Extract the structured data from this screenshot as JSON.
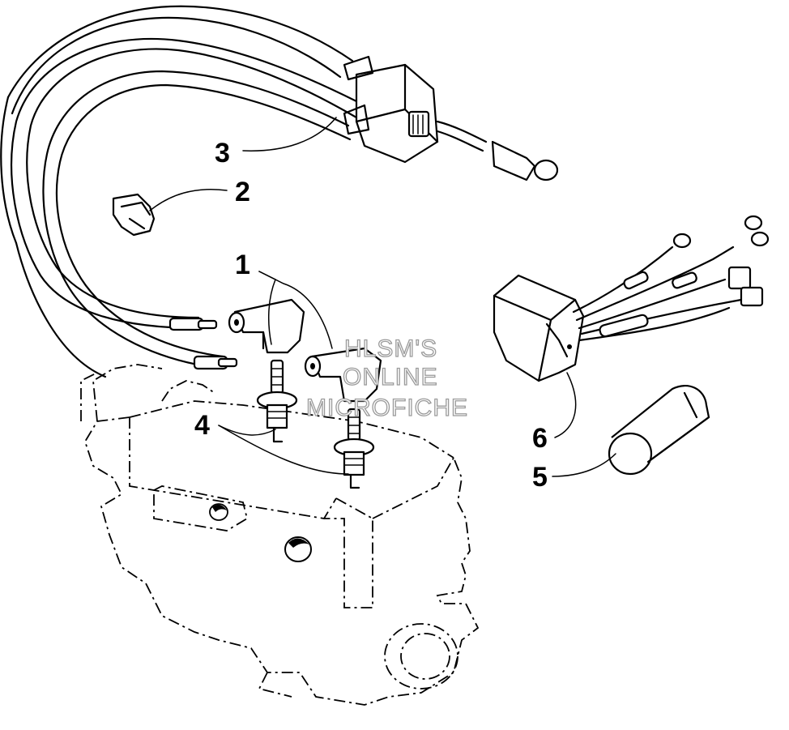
{
  "diagram": {
    "callouts": [
      {
        "id": "1",
        "label": "1"
      },
      {
        "id": "2",
        "label": "2"
      },
      {
        "id": "3",
        "label": "3"
      },
      {
        "id": "4",
        "label": "4"
      },
      {
        "id": "5",
        "label": "5"
      },
      {
        "id": "6",
        "label": "6"
      }
    ],
    "watermark": {
      "line1": "HLSM'S",
      "line2": "ONLINE",
      "line3": "MICROFICHE"
    },
    "colors": {
      "ink": "#000000",
      "background": "#ffffff",
      "watermark_outline": "#9a9a9a"
    }
  }
}
